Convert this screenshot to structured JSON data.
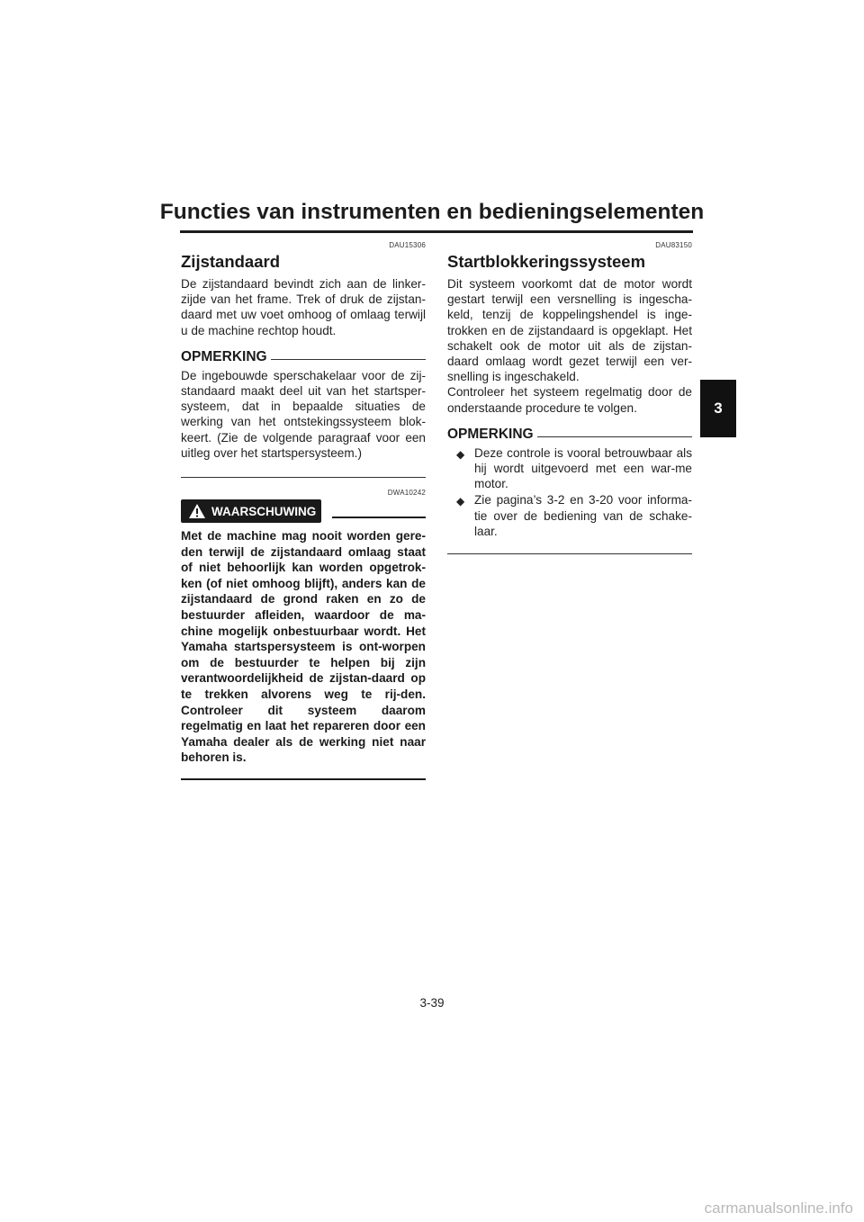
{
  "header": {
    "title": "Functies van instrumenten en bedieningselementen"
  },
  "chapter_tab": "3",
  "left": {
    "code": "DAU15306",
    "heading": "Zijstandaard",
    "intro": "De zijstandaard bevindt zich aan de linker-zijde van het frame. Trek of druk de zijstan-daard met uw voet omhoog of omlaag terwijl u de machine rechtop houdt.",
    "note_label": "OPMERKING",
    "note_text": "De ingebouwde sperschakelaar voor de zij-standaard maakt deel uit van het startsper-systeem, dat in bepaalde situaties de werking van het ontstekingssysteem blok-keert. (Zie de volgende paragraaf voor een uitleg over het startspersysteem.)",
    "warning_code": "DWA10242",
    "warning_label": "WAARSCHUWING",
    "warning_text": "Met de machine mag nooit worden gere-den terwijl de zijstandaard omlaag staat of niet behoorlijk kan worden opgetrok-ken (of niet omhoog blijft), anders kan de zijstandaard de grond raken en zo de bestuurder afleiden, waardoor de ma-chine mogelijk onbestuurbaar wordt. Het Yamaha startspersysteem is ont-worpen om de bestuurder te helpen bij zijn verantwoordelijkheid de zijstan-daard op te trekken alvorens weg te rij-den. Controleer dit systeem daarom regelmatig en laat het repareren door een Yamaha dealer als de werking niet naar behoren is."
  },
  "right": {
    "code": "DAU83150",
    "heading": "Startblokkeringssysteem",
    "intro": "Dit systeem voorkomt dat de motor wordt gestart terwijl een versnelling is ingescha-keld, tenzij de koppelingshendel is inge-trokken en de zijstandaard is opgeklapt. Het schakelt ook de motor uit als de zijstan-daard omlaag wordt gezet terwijl een ver-snelling is ingeschakeld.",
    "intro2": "Controleer het systeem regelmatig door de onderstaande procedure te volgen.",
    "note_label": "OPMERKING",
    "bullets": [
      "Deze controle is vooral betrouwbaar als hij wordt uitgevoerd met een war-me motor.",
      "Zie pagina’s 3-2 en 3-20 voor informa-tie over de bediening van de schake-laar."
    ]
  },
  "footer": {
    "page_number": "3-39"
  },
  "watermark": "carmanualsonline.info"
}
